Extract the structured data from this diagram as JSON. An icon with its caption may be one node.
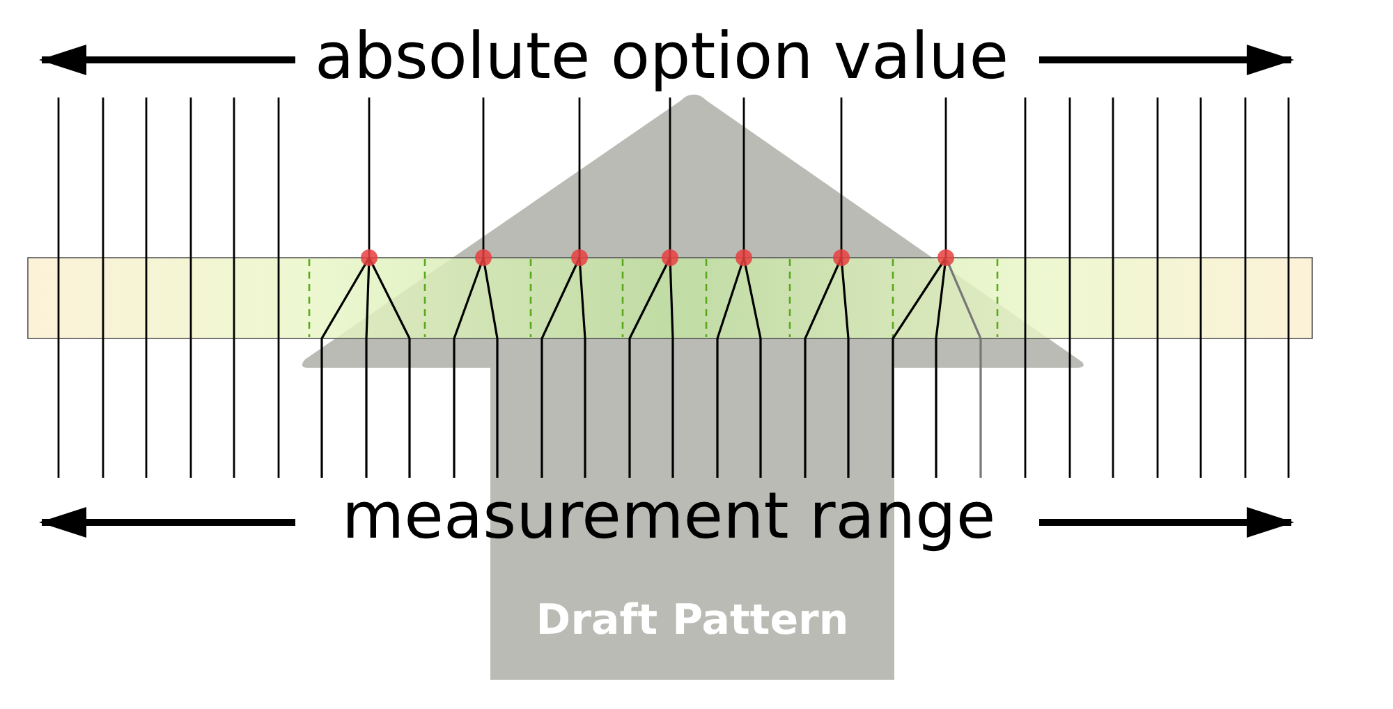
{
  "diagram": {
    "nodes": [
      {
        "text": [
          "Draft Pattern"
        ]
      }
    ],
    "edges": [],
    "labels": [
      "absolute option value",
      "measurement range"
    ]
  }
}
